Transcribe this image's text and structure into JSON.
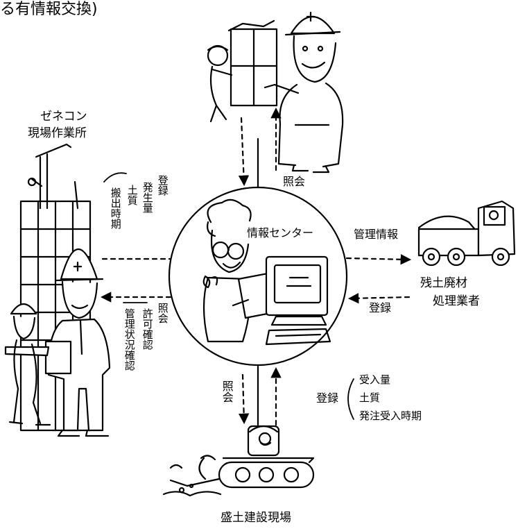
{
  "title_partial": "る有情報交換)",
  "nodes": {
    "center": "情報センター",
    "genecon": [
      "ゼネコン",
      "現場作業所"
    ],
    "zando": [
      "残土廃材",
      "処理業者"
    ],
    "morido": "盛土建設現場"
  },
  "arrows": {
    "top_label": "照会",
    "right_top_label": "管理情報",
    "right_bottom_label": "登録",
    "left_top": {
      "heading": "登録",
      "items": [
        "発生量",
        "土質",
        "搬出時期"
      ]
    },
    "left_bottom": {
      "heading": "照会",
      "items": [
        "許可確認",
        "管理状況確認"
      ]
    },
    "bottom_left_label": "照会",
    "bottom_right": {
      "heading": "登録",
      "items": [
        "受入量",
        "土質",
        "発注受入時期"
      ]
    }
  },
  "colors": {
    "ink": "#000000",
    "paper": "#ffffff"
  }
}
